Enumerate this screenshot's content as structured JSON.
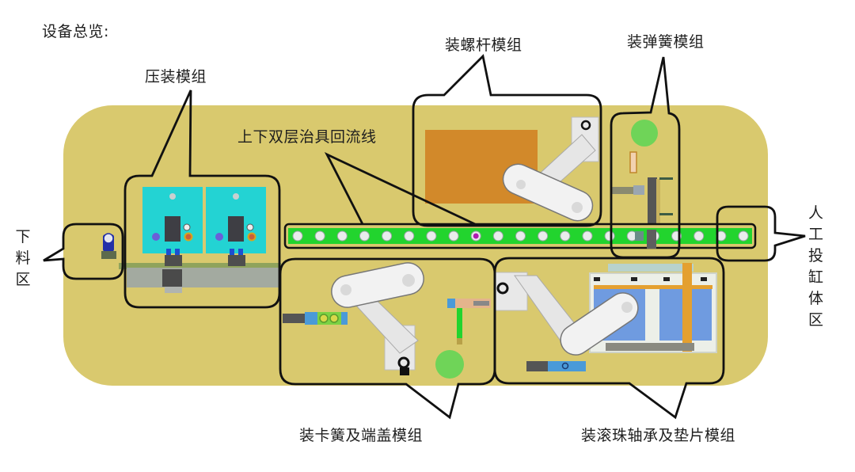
{
  "title": "设备总览:",
  "colors": {
    "platform": "#d9c96e",
    "conveyor": "#22d42e",
    "press_plate": "#23d3d3",
    "sorting_area": "#d2892a",
    "tray_blue": "#6f9be0",
    "green_dot": "#6fd458",
    "outline": "#111111"
  },
  "modules": {
    "press": {
      "label": "压装模组"
    },
    "screw": {
      "label": "装螺杆模组"
    },
    "spring": {
      "label": "装弹簧模组"
    },
    "conveyor": {
      "label": "上下双层治具回流线",
      "hole_count": 21,
      "marked_hole_index": 8
    },
    "unload": {
      "label_chars": [
        "下",
        "料",
        "区"
      ]
    },
    "manual": {
      "label_lines": [
        "人工",
        "投缸",
        "体区"
      ]
    },
    "clip_cap": {
      "label": "装卡簧及端盖模组"
    },
    "bearing_shim": {
      "label": "装滚珠轴承及垫片模组"
    }
  }
}
